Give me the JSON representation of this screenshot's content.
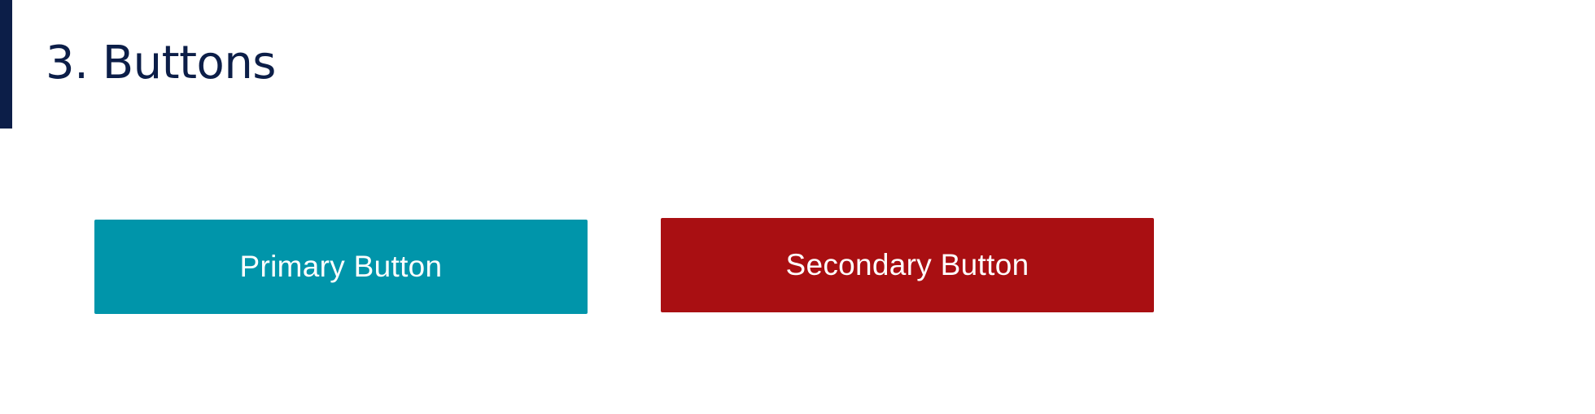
{
  "section": {
    "title": "3. Buttons",
    "accent_color": "#0c1e48"
  },
  "buttons": {
    "primary": {
      "label": "Primary Button",
      "color": "#0095aa"
    },
    "secondary": {
      "label": "Secondary Button",
      "color": "#a90f12"
    }
  }
}
